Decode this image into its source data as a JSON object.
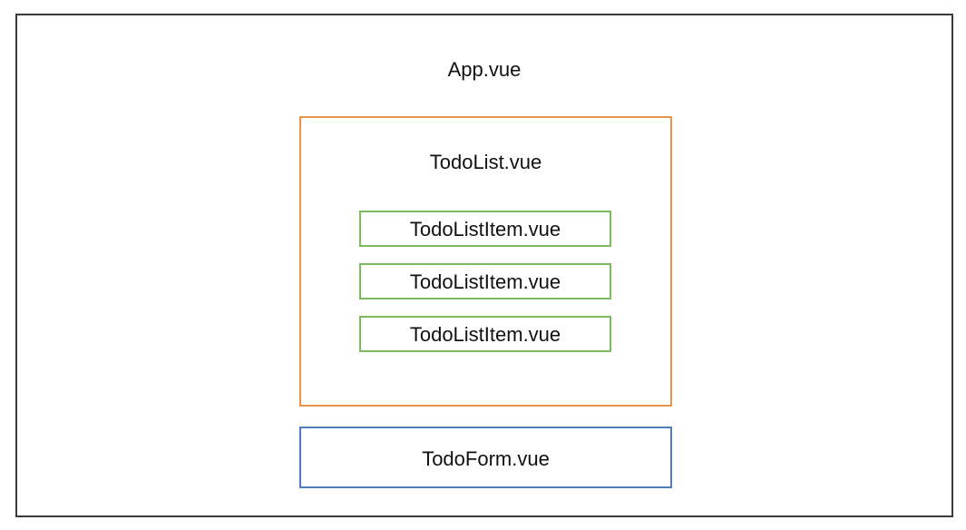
{
  "diagram": {
    "app": {
      "label": "App.vue",
      "border_color": "#3a3a3a"
    },
    "todo_list": {
      "label": "TodoList.vue",
      "border_color": "#e8944d",
      "items": [
        {
          "label": "TodoListItem.vue"
        },
        {
          "label": "TodoListItem.vue"
        },
        {
          "label": "TodoListItem.vue"
        }
      ],
      "item_border_color": "#7dba5f"
    },
    "todo_form": {
      "label": "TodoForm.vue",
      "border_color": "#4f7bc1"
    }
  }
}
